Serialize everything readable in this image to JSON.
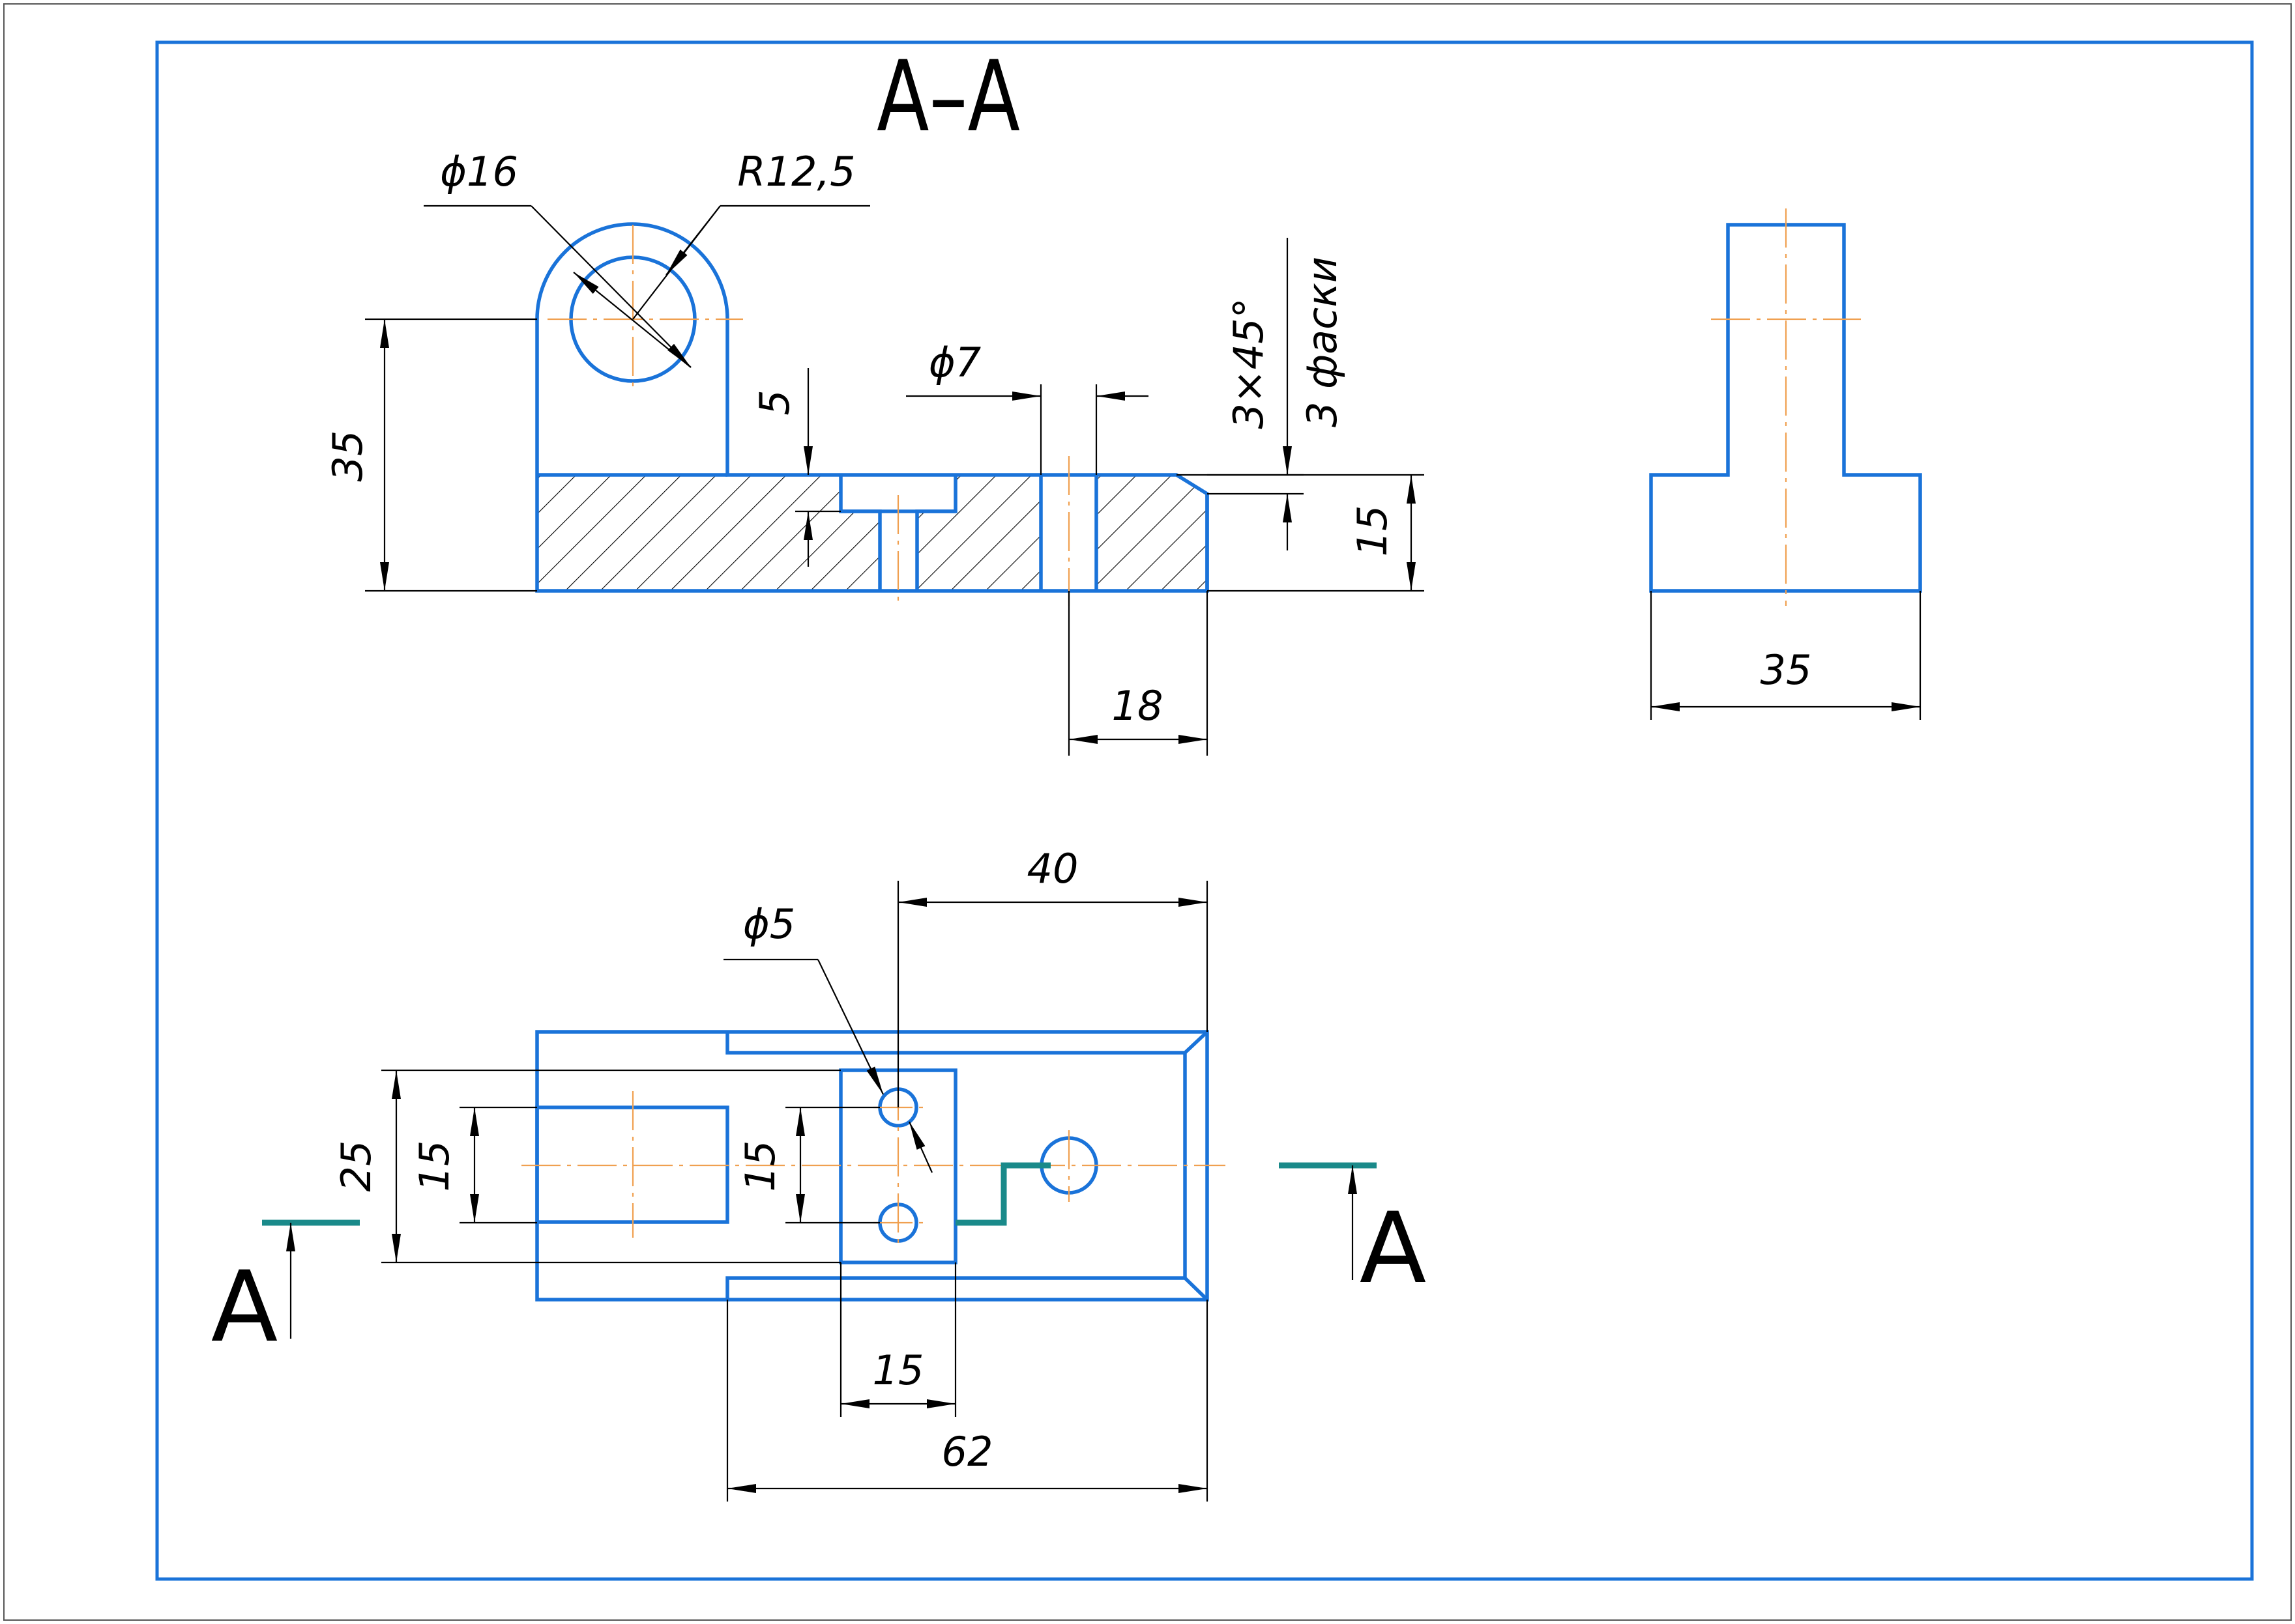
{
  "colors": {
    "contour": "#1a73d9",
    "frame": "#1a73d9",
    "axis": "#f0a050",
    "cutting_plane": "#1a8a8a",
    "dimension": "#000000"
  },
  "section_title": "А–А",
  "section_marker": {
    "left_label": "А",
    "right_label": "А"
  },
  "dimensions": {
    "hole_diameter": "ϕ16",
    "boss_radius": "R12,5",
    "boss_height": "35",
    "counterbore_depth": "5",
    "small_hole_diameter": "ϕ7",
    "chamfer_size": "3×45°",
    "chamfer_count": "3 фаски",
    "base_thickness": "15",
    "hole_offset": "18",
    "side_width": "35",
    "top_hole_diameter": "ϕ5",
    "top_length_40": "40",
    "top_width_25": "25",
    "top_slot_15": "15",
    "top_pocket_15": "15",
    "top_pocket_width_15": "15",
    "top_length_62": "62"
  }
}
